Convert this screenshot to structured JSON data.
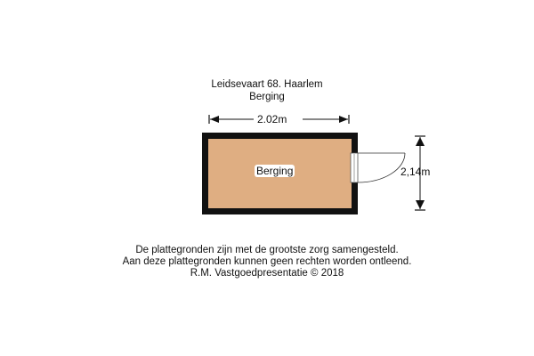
{
  "header": {
    "address": "Leidsevaart 68. Haarlem",
    "floor": "Berging"
  },
  "plan": {
    "room_label": "Berging",
    "width_label": "2.02m",
    "height_label": "2,14m",
    "floor_color": "#dfae82",
    "wall_color": "#111111"
  },
  "footer": {
    "line1": "De plattegronden zijn met de grootste zorg samengesteld.",
    "line2": "Aan deze plattegronden kunnen geen rechten worden ontleend.",
    "line3": "R.M. Vastgoedpresentatie © 2018"
  }
}
